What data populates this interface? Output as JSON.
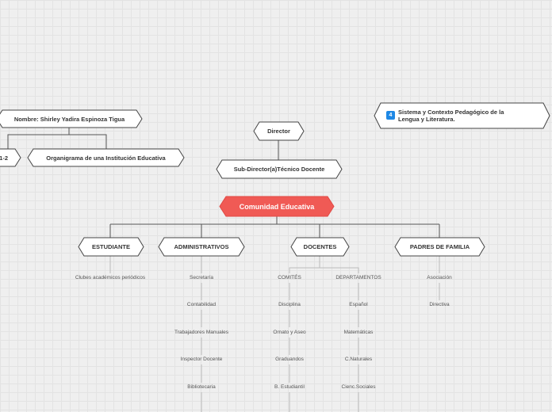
{
  "top_nodes": {
    "author": "Nombre: Shirley Yadira Espinoza Tigua",
    "partial_left": "1-2",
    "title": "Organigrama de una Institución Educativa",
    "subject_badge": "4",
    "subject_line1": "Sistema y Contexto Pedagógico de la",
    "subject_line2": "Lengua y Literatura."
  },
  "hierarchy": {
    "director": "Director",
    "subdirector": "Sub-Director(a)Técnico Docente",
    "root": "Comunidad Educativa",
    "root_color": "#f05a55"
  },
  "branches": {
    "estudiante": {
      "label": "ESTUDIANTE",
      "items": [
        "Clubes académicos periódicos"
      ]
    },
    "administrativos": {
      "label": "ADMINISTRATIVOS",
      "items": [
        "Secretaría",
        "Contabilidad",
        "Trabajadores Manuales",
        "Inspector Docente",
        "Bibliotecaria"
      ]
    },
    "docentes": {
      "label": "DOCENTES",
      "comites": {
        "label": "COMITÉS",
        "items": [
          "Disciplina",
          "Ornato y Aseo",
          "Graduandos",
          "B. Estudiantil"
        ]
      },
      "departamentos": {
        "label": "DEPARTAMENTOS",
        "items": [
          "Español",
          "Matemáticas",
          "C.Naturales",
          "Cienc.Sociales"
        ]
      }
    },
    "padres": {
      "label": "PADRES DE FAMILIA",
      "items": [
        "Asociación",
        "Directiva"
      ]
    }
  }
}
